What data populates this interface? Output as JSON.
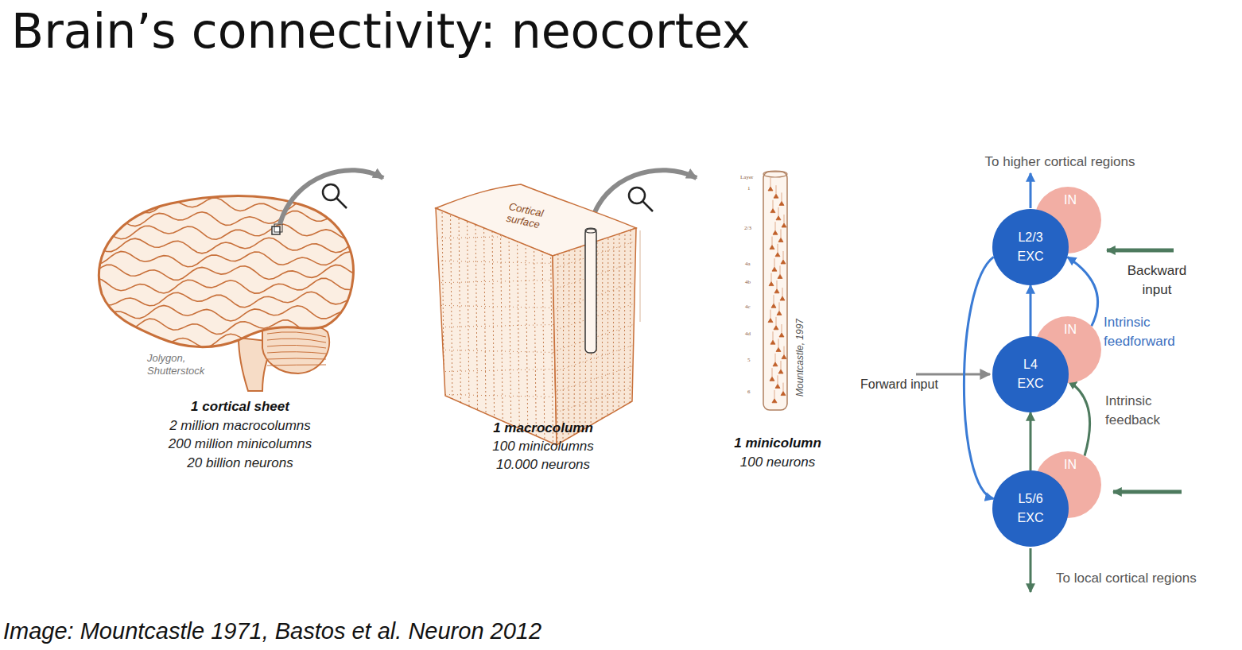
{
  "diagram": {
    "title": "Brain’s connectivity: neocortex",
    "caption": "Image: Mountcastle 1971, Bastos et al. Neuron 2012",
    "nodes": [
      {
        "text": [
          "L2/3 EXC"
        ]
      },
      {
        "text": [
          "IN"
        ]
      },
      {
        "text": [
          "L4 EXC"
        ]
      },
      {
        "text": [
          "IN"
        ]
      },
      {
        "text": [
          "L5/6 EXC"
        ]
      },
      {
        "text": [
          "IN"
        ]
      }
    ],
    "edges": [
      {
        "from": 2,
        "to": 0,
        "arrow": "to"
      },
      {
        "from": 4,
        "to": 2,
        "arrow": "to"
      },
      {
        "from": 0,
        "to": 4,
        "arrow": "to"
      },
      {
        "from": 3,
        "to": 0,
        "arrow": "to",
        "label": "Intrinsic feedforward"
      },
      {
        "from": 5,
        "to": 2,
        "arrow": "to",
        "label": "Intrinsic feedback"
      }
    ],
    "labels": [
      "Jolygon, Shutterstock",
      "1 cortical sheet",
      "2 million macrocolumns",
      "200 million minicolumns",
      "20 billion neurons",
      "Cortical surface",
      "1 macrocolumn",
      "100 minicolumns",
      "10.000 neurons",
      "Mountcastle, 1997",
      "1 minicolumn",
      "100 neurons",
      "Layer",
      "1",
      "2/3",
      "4a",
      "4b",
      "4c",
      "4d",
      "5",
      "6",
      "To higher cortical regions",
      "Backward input",
      "Forward input",
      "To local cortical regions"
    ]
  }
}
